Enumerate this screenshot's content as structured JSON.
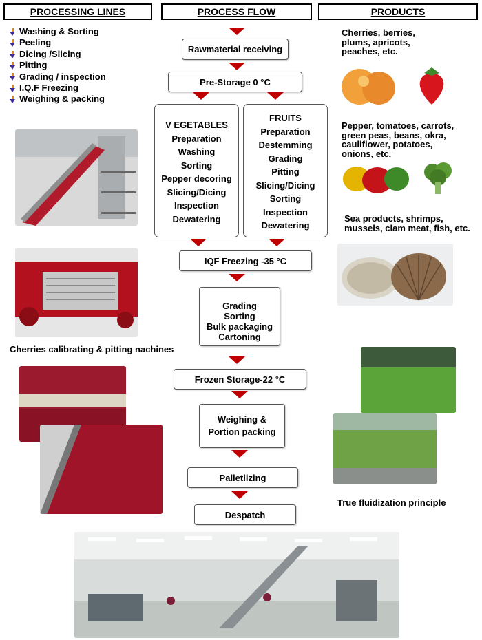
{
  "headers": {
    "processing_lines": "PROCESSING LINES",
    "process_flow": "PROCESS FLOW",
    "products": "PRODUCTS"
  },
  "processing_lines": [
    "Washing & Sorting",
    "Peeling",
    "Dicing /Slicing",
    "Pitting",
    "Grading / inspection",
    "I.Q.F Freezing",
    "Weighing & packing"
  ],
  "flow": {
    "raw_material": "Rawmaterial receiving",
    "pre_storage": "Pre-Storage 0 °C",
    "vegetables": {
      "title": "V EGETABLES",
      "steps": [
        "Preparation",
        "Washing",
        "Sorting",
        "Pepper decoring",
        "Slicing/Dicing",
        "Inspection",
        "Dewatering"
      ]
    },
    "fruits": {
      "title": "FRUITS",
      "steps": [
        "Preparation",
        "Destemming",
        "Grading",
        "Pitting",
        "Slicing/Dicing",
        "Sorting",
        "Inspection",
        "Dewatering"
      ]
    },
    "iqf": "IQF Freezing -35 °C",
    "grading_box": [
      "Grading",
      "Sorting",
      "Bulk packaging",
      "Cartoning"
    ],
    "frozen_storage": "Frozen Storage-22 °C",
    "weighing_box": [
      "Weighing &",
      "Portion packing"
    ],
    "palletlizing": "Palletlizing",
    "despatch": "Despatch"
  },
  "products": {
    "fruits_text": [
      "Cherries, berries,",
      "plums, apricots,",
      "peaches, etc."
    ],
    "veg_text": [
      "Pepper, tomatoes, carrots,",
      "green peas, beans, okra,",
      "cauliflower, potatoes,",
      "onions, etc."
    ],
    "sea_text": [
      "Sea products, shrimps,",
      "mussels, clam meat, fish, etc."
    ]
  },
  "captions": {
    "cherries": "Cherries calibrating & pitting nachines",
    "fluidization": "True fluidization principle"
  },
  "colors": {
    "arrow": "#c00000",
    "border": "#555555"
  }
}
